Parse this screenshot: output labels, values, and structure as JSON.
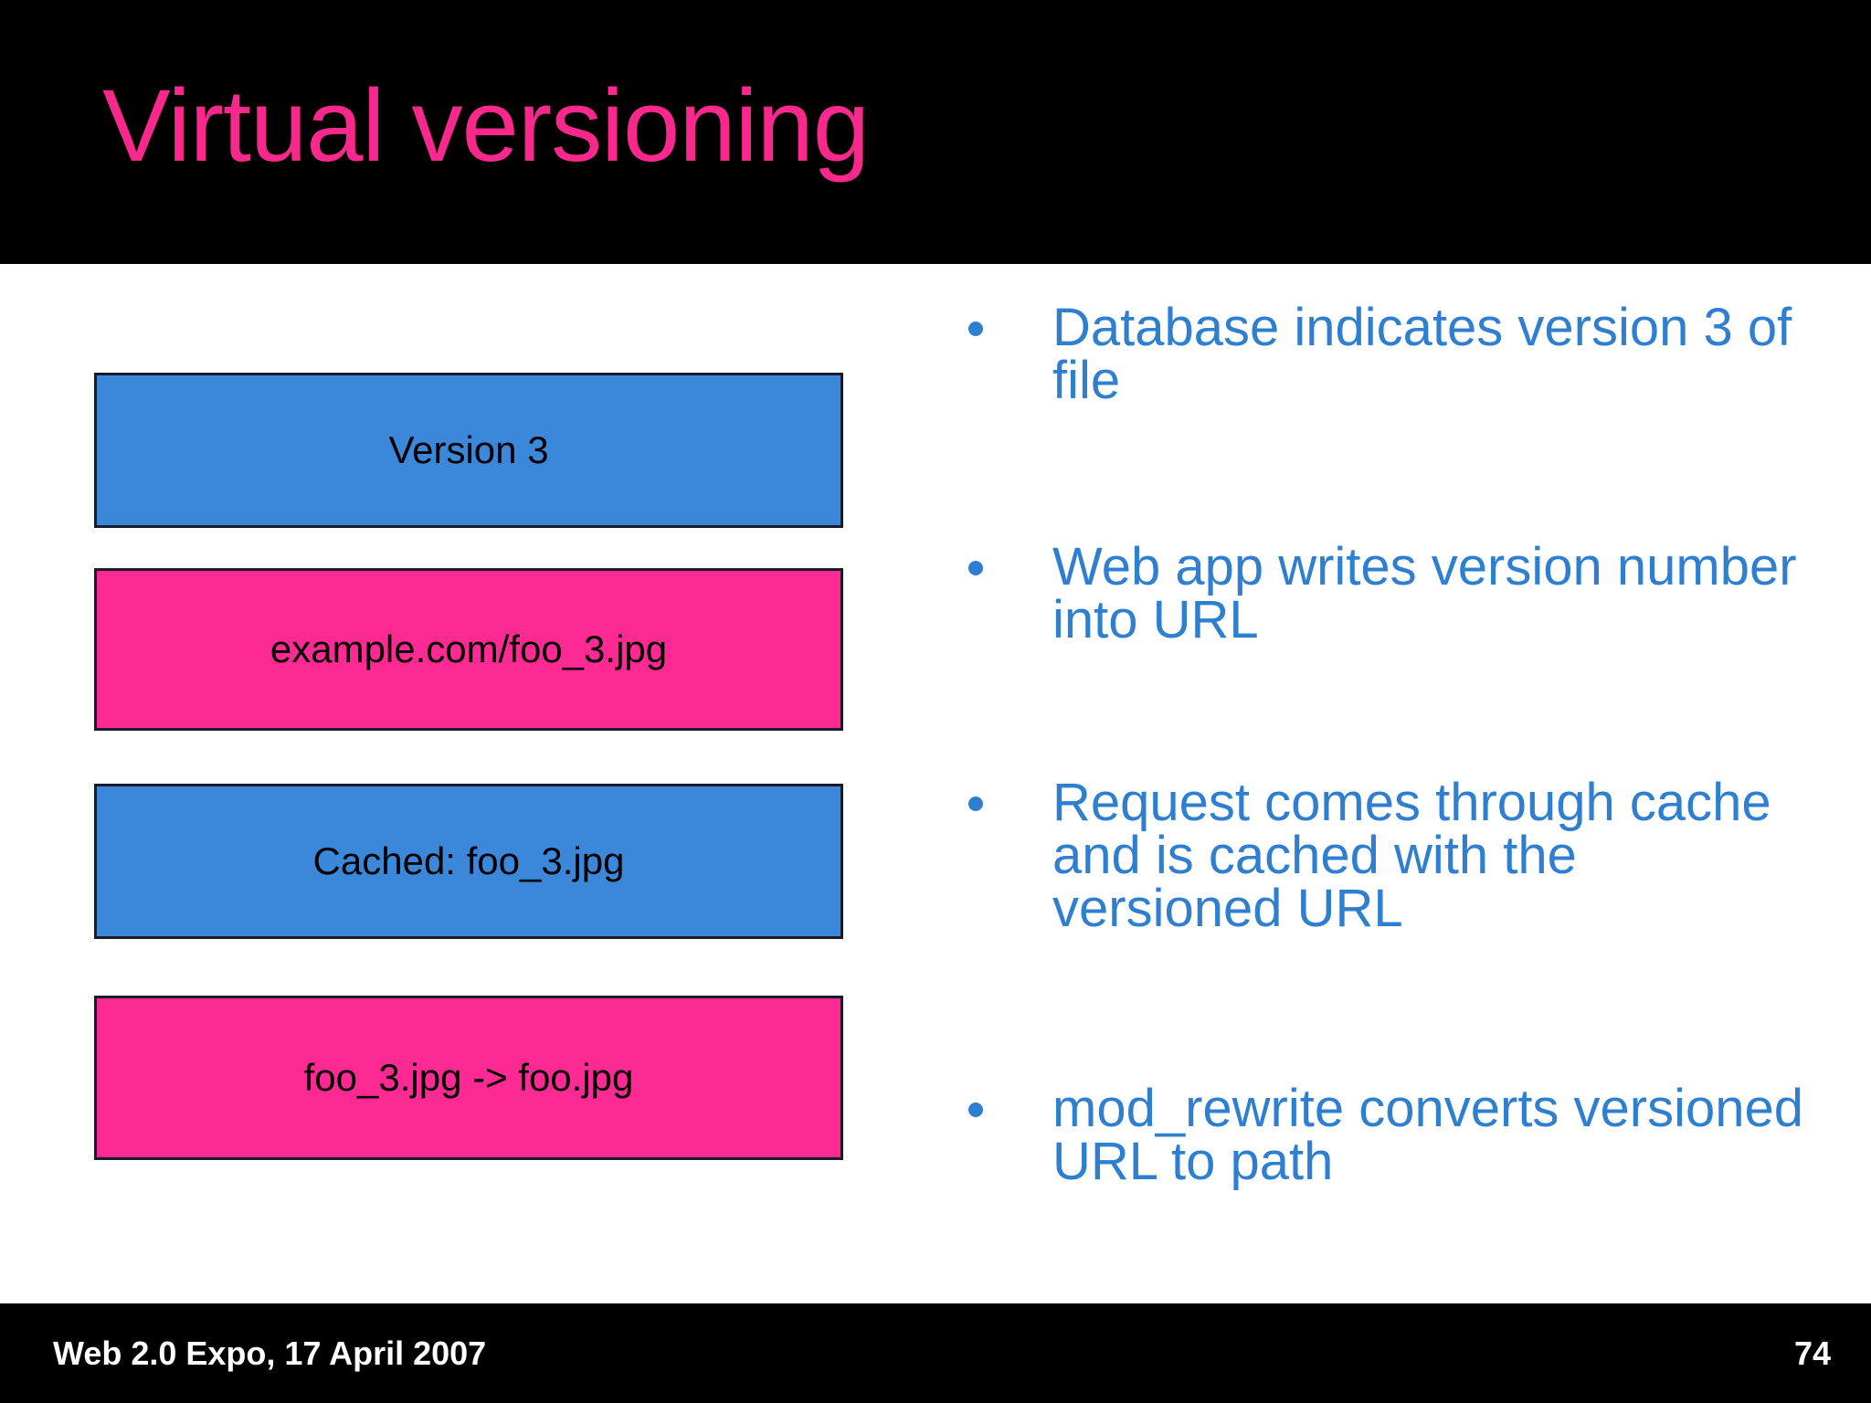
{
  "slide": {
    "title": "Virtual versioning",
    "title_color": "#f8288c",
    "header_background": "#000000",
    "body_background": "#ffffff",
    "accent_blue": "#3b87da",
    "accent_pink": "#fc2a92",
    "bullet_text_color": "#2f7fd0"
  },
  "diagram": {
    "boxes": [
      {
        "label": "Version 3",
        "color": "#3b87da"
      },
      {
        "label": "example.com/foo_3.jpg",
        "color": "#fc2a92"
      },
      {
        "label": "Cached: foo_3.jpg",
        "color": "#3b87da"
      },
      {
        "label": "foo_3.jpg -> foo.jpg",
        "color": "#fc2a92"
      }
    ]
  },
  "bullets": [
    {
      "text": "Database indicates version 3 of file"
    },
    {
      "text": "Web app writes version number into URL"
    },
    {
      "text": "Request comes through cache and is cached with the versioned URL"
    },
    {
      "text": "mod_rewrite converts versioned URL to path"
    }
  ],
  "footer": {
    "event": "Web 2.0 Expo, 17 April 2007",
    "page_number": "74"
  }
}
